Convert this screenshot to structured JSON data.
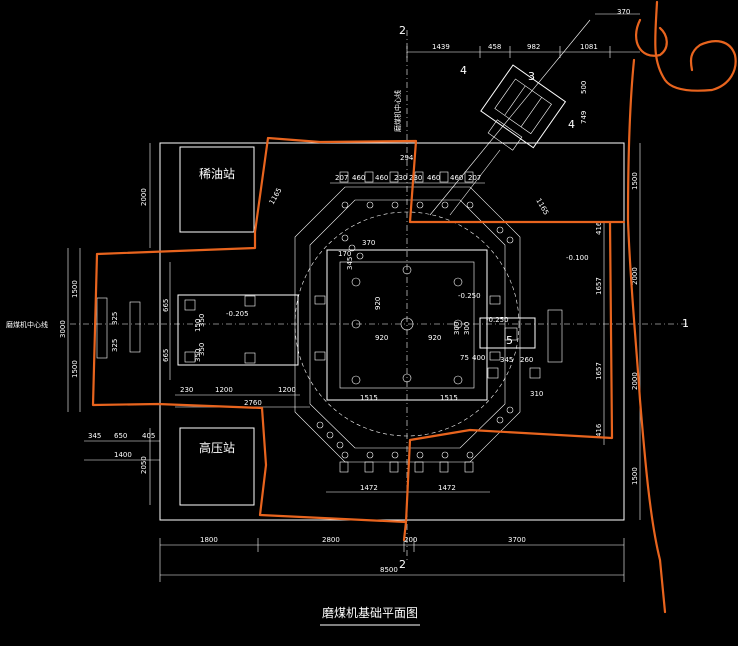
{
  "drawing": {
    "title": "磨煤机基础平面图",
    "room_top": "稀油站",
    "room_bottom": "高压站",
    "axis_mill_center": "磨煤机中心线",
    "axis_mill_center_v": "磨煤机中心线",
    "axis_1": "1",
    "axis_2_top": "2",
    "axis_2_bottom": "2",
    "section_mark_4": "4",
    "section_mark_3": "3",
    "section_mark_4b": "4",
    "section_mark_5": "5",
    "levels": {
      "a": "-0.205",
      "b": "-0.250",
      "c": "-0.100",
      "d": "-0.250"
    },
    "dims_top": [
      "1439",
      "458",
      "982",
      "1081"
    ],
    "dim_370": "370",
    "dim_500": "500",
    "dim_749": "749",
    "dim_right": [
      "1500",
      "2000",
      "2000",
      "1500"
    ],
    "dim_right_inner": [
      "416",
      "1657",
      "1657",
      "416"
    ],
    "dim_left_outer": [
      "1500",
      "3000",
      "1500"
    ],
    "dim_left_inner": [
      "2000",
      "2050"
    ],
    "dim_left_pad": [
      "665",
      "665"
    ],
    "dims_row": [
      "207",
      "460",
      "460",
      "230",
      "230",
      "460",
      "460",
      "207"
    ],
    "dim_294": "294",
    "dims_center": [
      "920",
      "920",
      "920",
      "300",
      "300"
    ],
    "dims_misc": [
      "1165",
      "1165",
      "345",
      "370",
      "170",
      "75",
      "400",
      "345",
      "260",
      "310",
      "1515",
      "1515",
      "150",
      "350",
      "230",
      "1200",
      "1200",
      "2760"
    ],
    "dims_lower_left": [
      "345",
      "650",
      "405",
      "1400"
    ],
    "dims_lower": [
      "1472",
      "1472"
    ],
    "dims_bottom": [
      "1800",
      "2800",
      "200",
      "3700"
    ],
    "dim_total": "8500",
    "pad_labels": [
      "350",
      "350",
      "325",
      "325"
    ]
  }
}
